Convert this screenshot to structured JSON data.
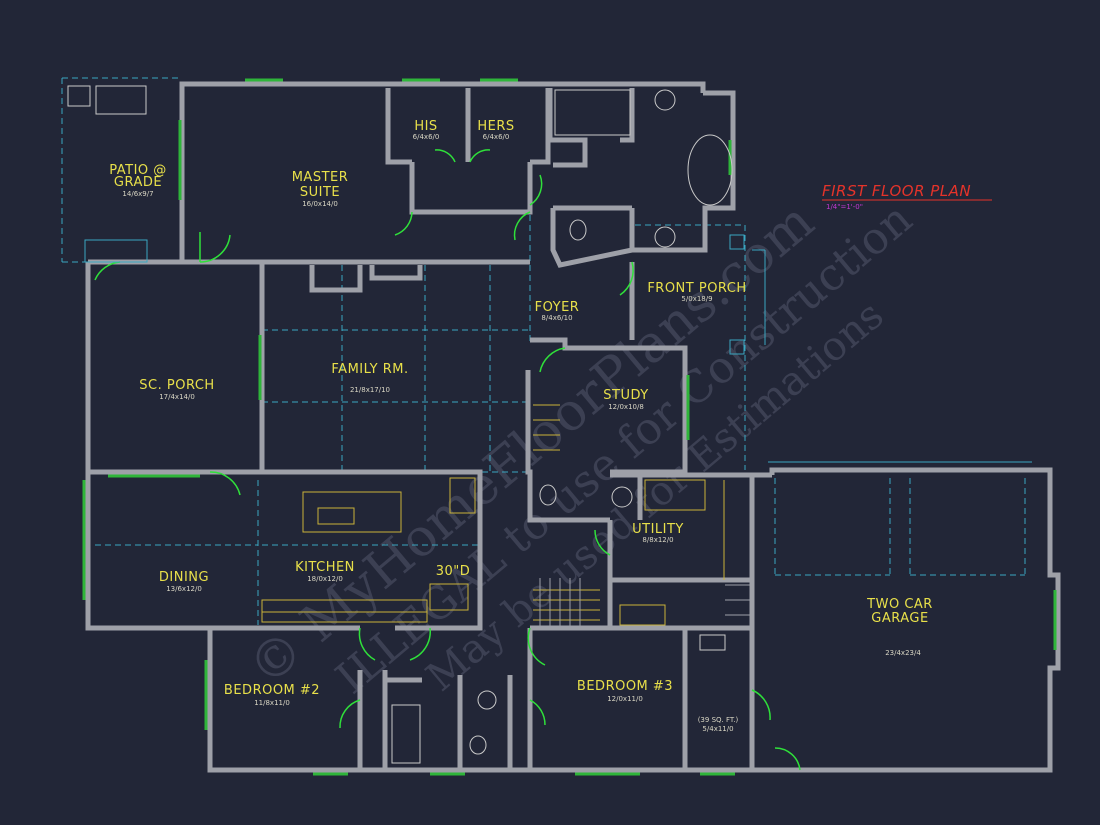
{
  "plan": {
    "title": "FIRST FLOOR PLAN",
    "scale": "1/4\"=1'-0\"",
    "colors": {
      "background": "#222637",
      "walls": "#9ea0a8",
      "windows": "#2fb53a",
      "doors": "#2fe03a",
      "cabinets": "#c9b23a",
      "dashed": "#3aa7c2",
      "room_text": "#e8e04a",
      "title": "#e5332a",
      "scale": "#c238d1"
    },
    "rooms": {
      "patio": {
        "name_line1": "PATIO @",
        "name_line2": "GRADE",
        "dims": "14/6x9/7"
      },
      "master": {
        "name_line1": "MASTER",
        "name_line2": "SUITE",
        "dims": "16/0x14/0"
      },
      "his": {
        "name": "HIS",
        "dims": "6/4x6/0"
      },
      "hers": {
        "name": "HERS",
        "dims": "6/4x6/0"
      },
      "front_porch": {
        "name": "FRONT PORCH",
        "dims": "5/0x18/9"
      },
      "foyer": {
        "name": "FOYER",
        "dims": "8/4x6/10"
      },
      "sc_porch": {
        "name": "SC. PORCH",
        "dims": "17/4x14/0"
      },
      "family": {
        "name": "FAMILY RM.",
        "dims": "21/8x17/10"
      },
      "study": {
        "name": "STUDY",
        "dims": "12/0x10/8"
      },
      "utility": {
        "name": "UTILITY",
        "dims": "8/8x12/0"
      },
      "kitchen": {
        "name": "KITCHEN",
        "dims": "18/0x12/0"
      },
      "dining": {
        "name": "DINING",
        "dims": "13/6x12/0"
      },
      "garage": {
        "name_line1": "TWO CAR",
        "name_line2": "GARAGE",
        "dims": "23/4x23/4"
      },
      "bedroom2": {
        "name": "BEDROOM #2",
        "dims": "11/8x11/0"
      },
      "bedroom3": {
        "name": "BEDROOM #3",
        "dims": "12/0x11/0"
      },
      "storage": {
        "area": "(39 SQ. FT.)",
        "dims": "5/4x11/0"
      }
    },
    "kitchen_note": "30\"D",
    "watermark": [
      "© MyHomeFloorPlans.com",
      "ILLEGAL to use for Construction",
      "May be used for Estimations"
    ]
  }
}
